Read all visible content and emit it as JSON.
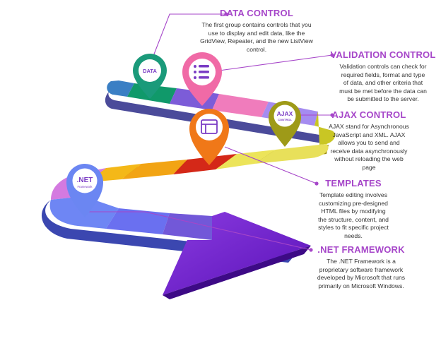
{
  "colors": {
    "data": "#a646c9",
    "validation": "#a646c9",
    "ajax": "#a646c9",
    "templates": "#a646c9",
    "framework": "#a646c9",
    "leader": "#a646c9",
    "pin_data": "#1a9a7a",
    "pin_validation": "#f06aa6",
    "pin_ajax": "#9e9a18",
    "pin_templates": "#f07818",
    "pin_framework": "#6b86f2"
  },
  "sections": [
    {
      "id": "data",
      "title": "DATA CONTROL",
      "lines": [
        "The first group contains controls that you",
        "use to display and edit data, like the",
        "GridView, Repeater, and the new ListView",
        "control."
      ]
    },
    {
      "id": "validation",
      "title": "VALIDATION CONTROL",
      "lines": [
        "Validation controls can check for",
        "required fields, format and type",
        "of data, and other criteria that",
        "must be met before the data can",
        "be submitted to the server."
      ]
    },
    {
      "id": "ajax",
      "title": "AJAX CONTROL",
      "lines": [
        "AJAX stand for Asynchronous",
        "JavaScript and XML. AJAX",
        "allows you to send and",
        "receive data asynchronously",
        "without reloading the web",
        "page"
      ]
    },
    {
      "id": "templates",
      "title": "TEMPLATES",
      "lines": [
        "Template editing involves",
        "customizing pre-designed",
        "HTML files by modifying",
        "the structure, content, and",
        "styles to fit specific project",
        "needs."
      ]
    },
    {
      "id": "framework",
      "title": ".NET FRAMEWORK",
      "lines": [
        "The .NET Framework is a",
        "proprietary software framework",
        "developed by Microsoft that runs",
        "primarily on Microsoft Windows."
      ]
    }
  ],
  "pins": {
    "data_label": "DATA",
    "ajax_label": "AJAX",
    "ajax_sub": "CONTROL",
    "net_label": ".NET",
    "net_sub": "Framework",
    "validation_icon": "list-icon",
    "templates_icon": "window-icon"
  }
}
